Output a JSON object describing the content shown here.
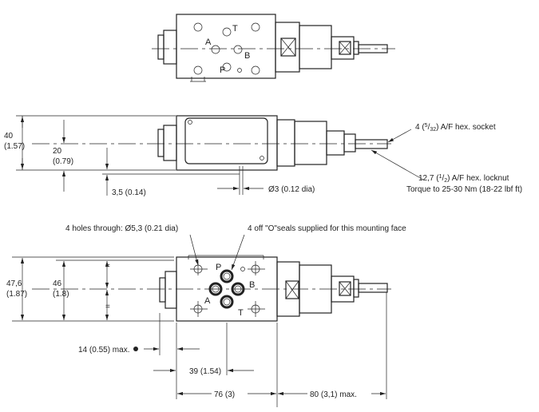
{
  "top_view": {
    "ports": [
      "A",
      "T",
      "B",
      "P"
    ]
  },
  "side_view": {
    "height_dim": {
      "value": "40",
      "alt": "(1.57)"
    },
    "center_dim": {
      "value": "20",
      "alt": "(0.79)"
    },
    "pin_offset": "3,5 (0.14)",
    "pin_dia": "Ø3 (0.12 dia)",
    "socket_note": {
      "prefix": "4 (",
      "num": "5",
      "den": "32",
      "suffix": ") A/F hex. socket"
    },
    "locknut_note": {
      "prefix": "12,7 (",
      "num": "1",
      "den": "2",
      "suffix": ") A/F hex. locknut",
      "line2": "Torque to 25-30 Nm (18-22 lbf ft)"
    }
  },
  "front_view": {
    "holes_note": "4 holes through: Ø5,3 (0.21 dia)",
    "seals_note": "4 off  \"O\"seals supplied for this mounting face",
    "height_outer": {
      "value": "47,6",
      "alt": "(1.87)"
    },
    "height_inner": {
      "value": "46",
      "alt": "(1.8)"
    },
    "equal_mark": "=",
    "ports": {
      "P": "P",
      "A": "A",
      "B": "B",
      "T": "T"
    },
    "dim_nut": "14 (0.55) max.",
    "dim_center": "39 (1.54)",
    "dim_body": "76 (3)",
    "dim_ext": "80 (3,1) max."
  }
}
